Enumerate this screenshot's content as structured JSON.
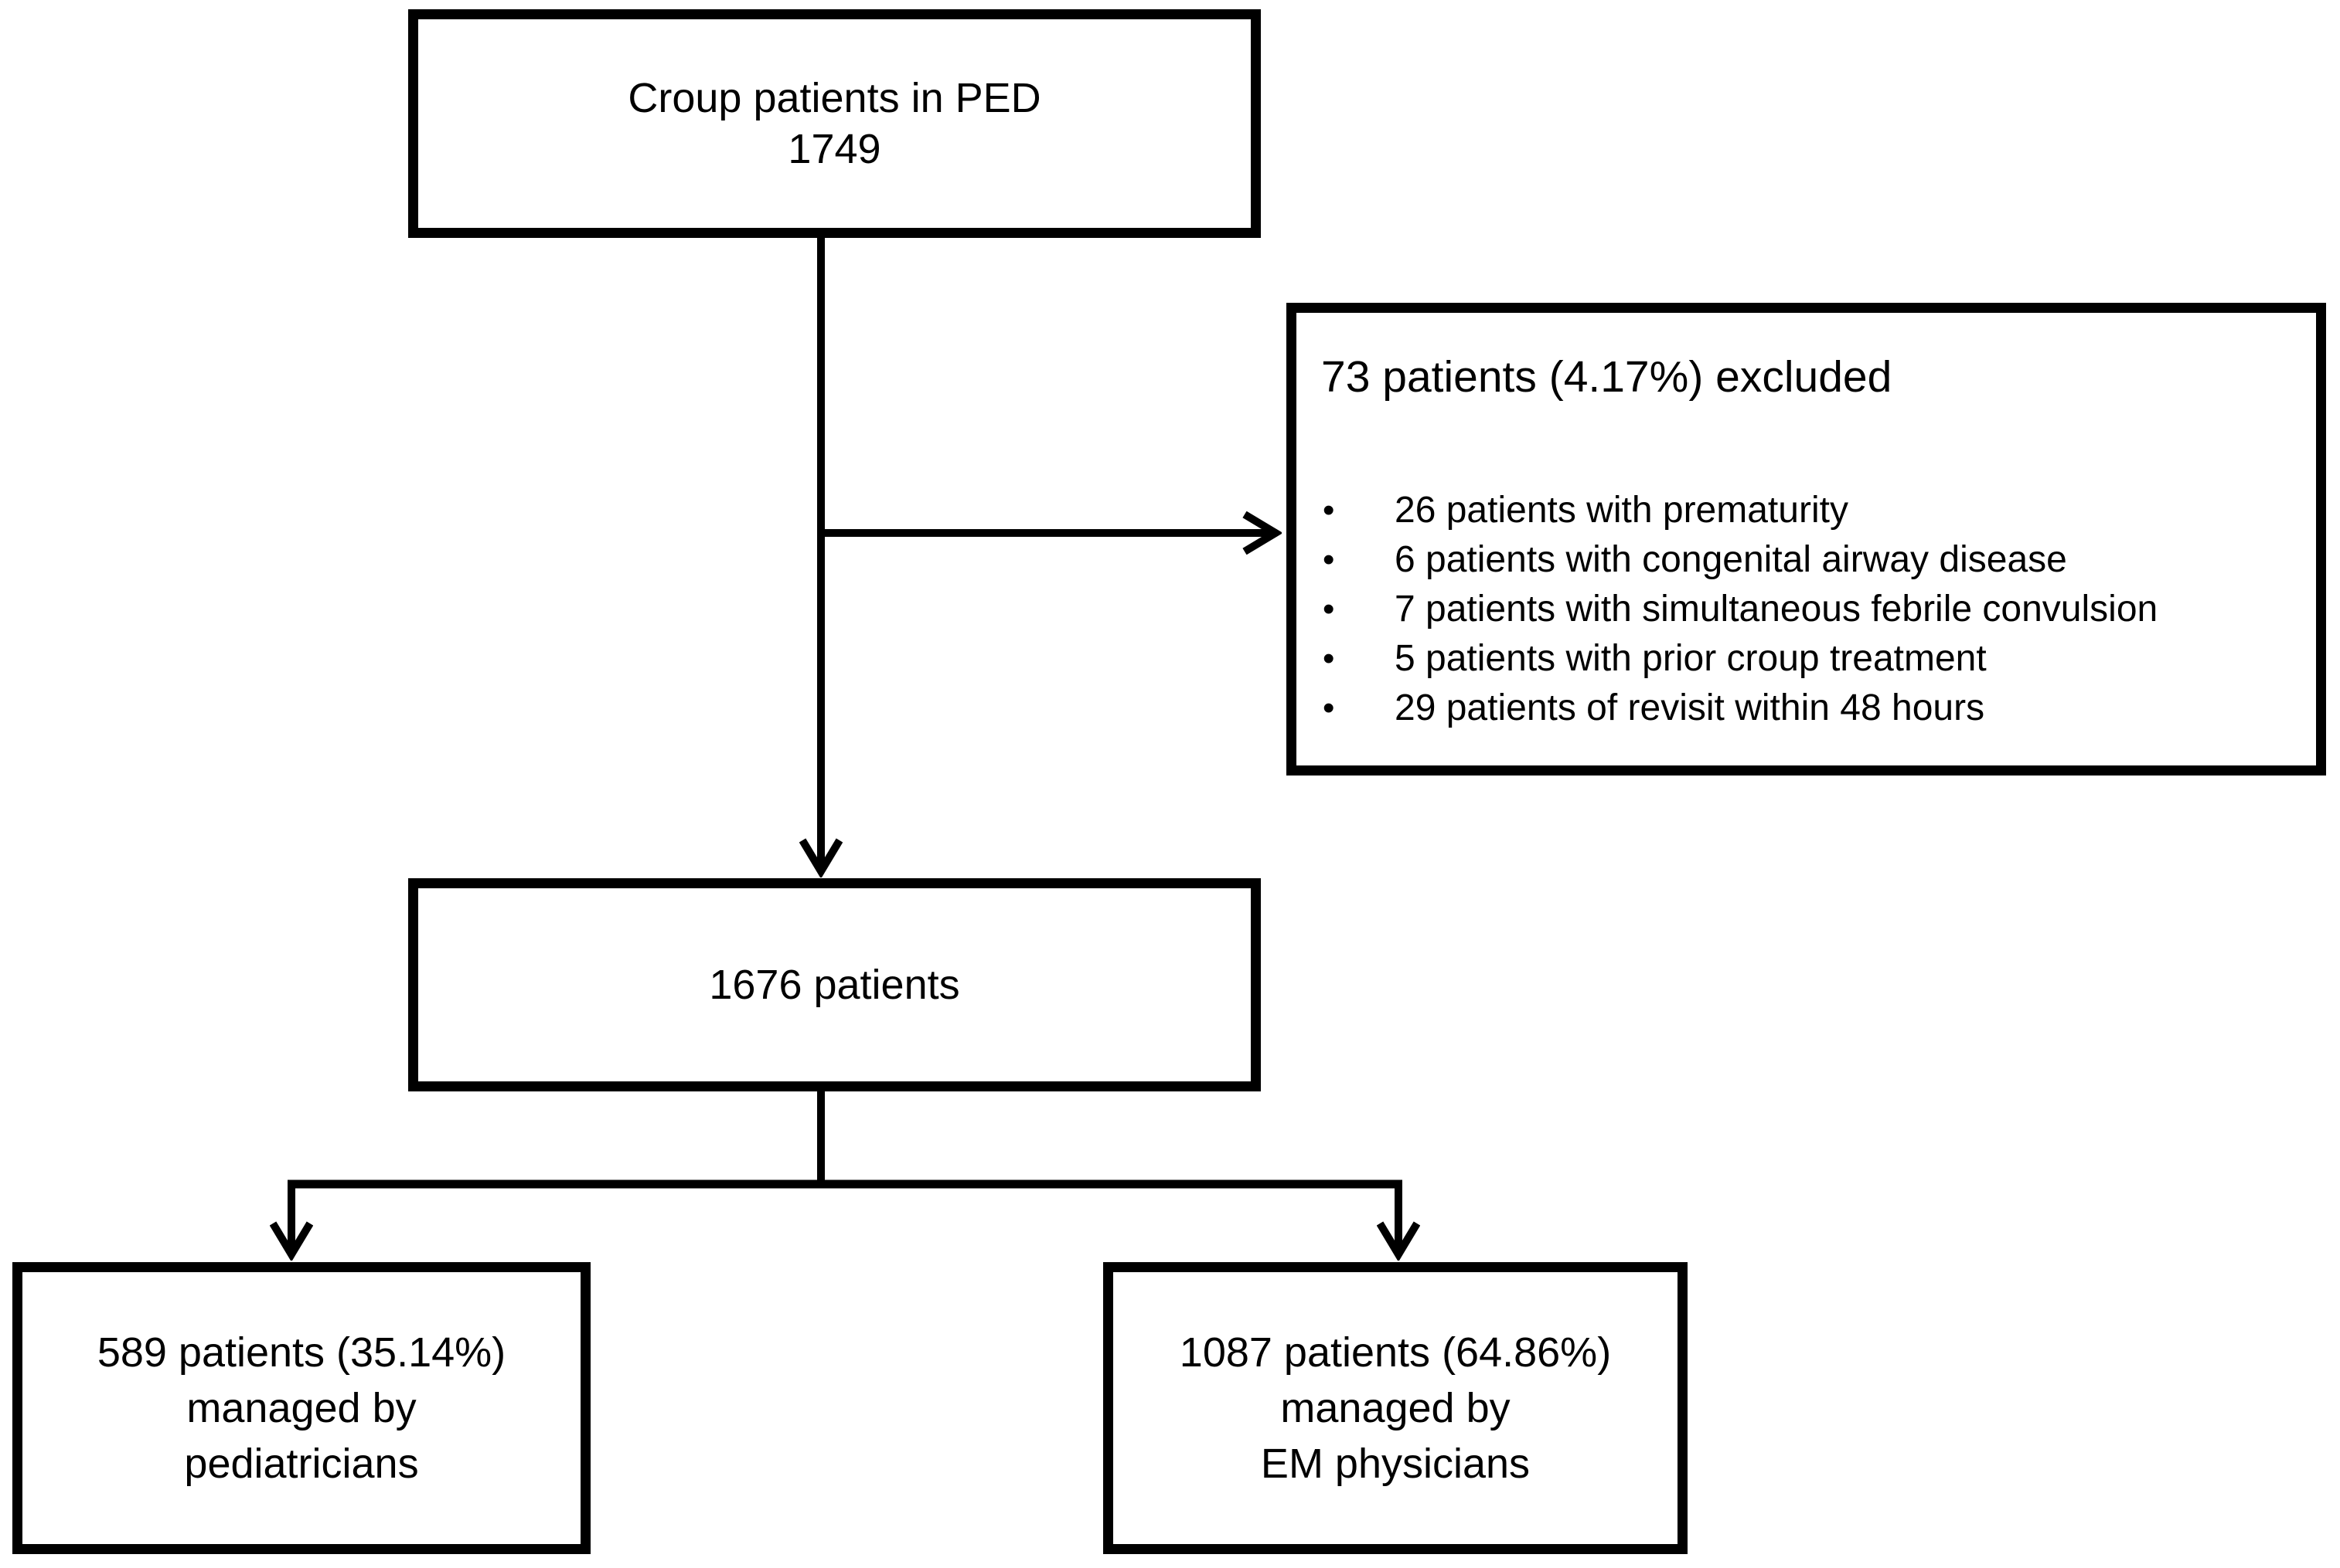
{
  "nodes": {
    "top": {
      "line1": "Croup patients in PED",
      "line2": "1749"
    },
    "excluded": {
      "title": "73 patients (4.17%) excluded",
      "items": [
        "26 patients with prematurity",
        "6 patients with congenital airway disease",
        "7 patients with simultaneous febrile convulsion",
        "5 patients with prior croup treatment",
        "29 patients of revisit within 48 hours"
      ]
    },
    "enrolled": {
      "line1": "1676 patients"
    },
    "pediatricians": {
      "line1": "589 patients (35.14%)",
      "line2": "managed by",
      "line3": "pediatricians"
    },
    "em_physicians": {
      "line1": "1087 patients (64.86%)",
      "line2": "managed by",
      "line3": "EM physicians"
    }
  },
  "colors": {
    "ink": "#000000",
    "paper": "#ffffff"
  }
}
